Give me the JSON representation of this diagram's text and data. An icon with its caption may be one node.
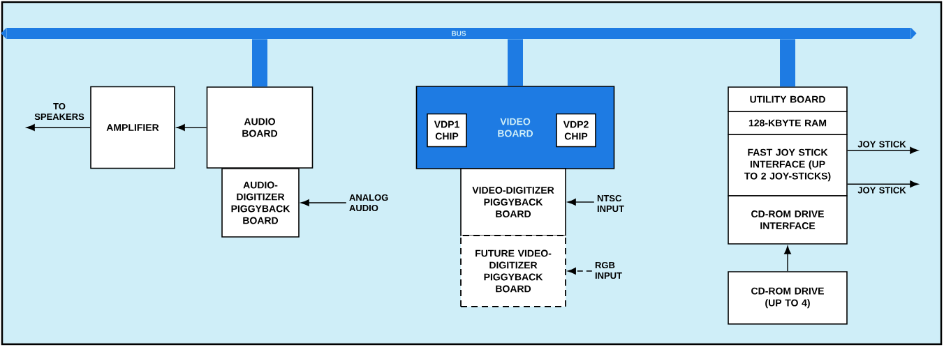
{
  "diagram": {
    "nodes": [
      {
        "text": [
          "BUS"
        ]
      },
      {
        "text": [
          "AUDIO BOARD"
        ]
      },
      {
        "text": [
          "AMPLIFIER"
        ]
      },
      {
        "text": [
          "TO SPEAKERS"
        ]
      },
      {
        "text": [
          "AUDIO-DIGITIZER PIGGYBACK BOARD"
        ]
      },
      {
        "text": [
          "ANALOG AUDIO"
        ]
      },
      {
        "text": [
          "VIDEO BOARD"
        ]
      },
      {
        "text": [
          "VDP1 CHIP"
        ],
        "in": 6
      },
      {
        "text": [
          "VDP2 CHIP"
        ],
        "in": 6
      },
      {
        "text": [
          "VIDEO-DIGITIZER PIGGYBACK BOARD"
        ]
      },
      {
        "text": [
          "NTSC INPUT"
        ]
      },
      {
        "text": [
          "FUTURE VIDEO-DIGITIZER PIGGYBACK BOARD"
        ]
      },
      {
        "text": [
          "RGB INPUT"
        ]
      },
      {
        "text": [
          "UTILITY BOARD"
        ]
      },
      {
        "text": [
          "128-KBYTE RAM"
        ]
      },
      {
        "text": [
          "FAST JOY STICK INTERFACE (UP TO 2 JOY-STICKS)"
        ]
      },
      {
        "text": [
          "CD-ROM DRIVE INTERFACE"
        ]
      },
      {
        "text": [
          "JOY STICK"
        ]
      },
      {
        "text": [
          "JOY STICK"
        ]
      },
      {
        "text": [
          "CD-ROM DRIVE (UP TO 4)"
        ]
      }
    ],
    "edges": [
      {
        "from": 0,
        "to": 1,
        "arrow": "none",
        "style": "thick",
        "color": "#1e7be3"
      },
      {
        "from": 0,
        "to": 6,
        "arrow": "none",
        "style": "thick",
        "color": "#1e7be3"
      },
      {
        "from": 0,
        "to": 13,
        "arrow": "none",
        "style": "thick",
        "color": "#1e7be3"
      },
      {
        "from": 1,
        "to": 2,
        "arrow": "to"
      },
      {
        "from": 2,
        "to": 3,
        "arrow": "to"
      },
      {
        "from": 5,
        "to": 4,
        "arrow": "to"
      },
      {
        "from": 10,
        "to": 9,
        "arrow": "to"
      },
      {
        "from": 12,
        "to": 11,
        "arrow": "to",
        "style": "dashed"
      },
      {
        "from": 15,
        "to": 17,
        "arrow": "to"
      },
      {
        "from": 15,
        "to": 18,
        "arrow": "to"
      },
      {
        "from": 19,
        "to": 16,
        "arrow": "to"
      }
    ]
  }
}
